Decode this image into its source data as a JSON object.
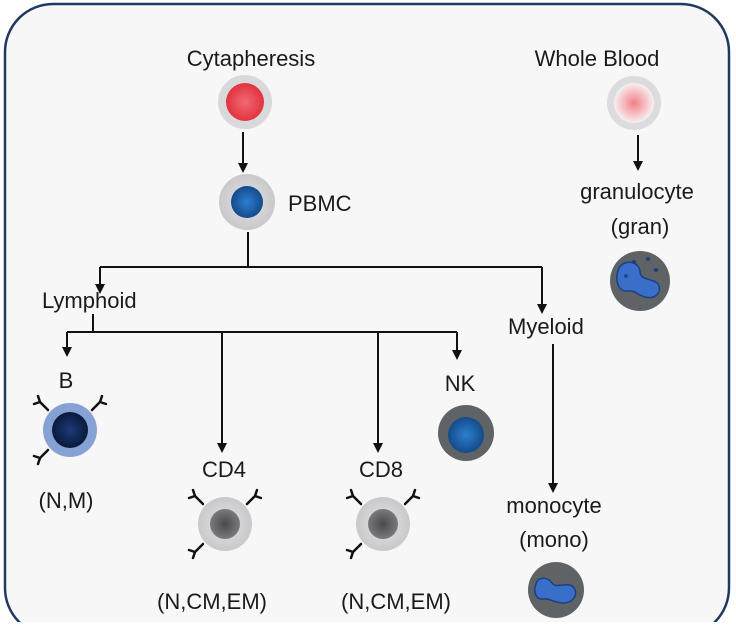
{
  "colors": {
    "frame_border": "#1f3a5f",
    "frame_fill": "#f7f7f8",
    "arrow": "#111111",
    "cell_halo": "#d6d6d8",
    "red_core": "#e8434f",
    "pink_core": "#f4a8ad",
    "blue_core": "#1f5fa8",
    "navy_core": "#0e2347",
    "b_halo": "#7f9dcf",
    "gray_core": "#6a6a6c",
    "gray_halo": "#bdbdbf",
    "dark_halo": "#5f6366",
    "nucleus_blue": "#3a6fc9"
  },
  "sources": {
    "cytapheresis": "Cytapheresis",
    "whole_blood": "Whole Blood"
  },
  "intermediates": {
    "pbmc": "PBMC",
    "lymphoid": "Lymphoid",
    "myeloid": "Myeloid"
  },
  "cells": {
    "b": {
      "name": "B",
      "subsets": "(N,M)"
    },
    "cd4": {
      "name": "CD4",
      "subsets": "(N,CM,EM)"
    },
    "cd8": {
      "name": "CD8",
      "subsets": "(N,CM,EM)"
    },
    "nk": {
      "name": "NK"
    },
    "monocyte": {
      "line1": "monocyte",
      "line2": "(mono)"
    },
    "granulocyte": {
      "line1": "granulocyte",
      "line2": "(gran)"
    }
  }
}
